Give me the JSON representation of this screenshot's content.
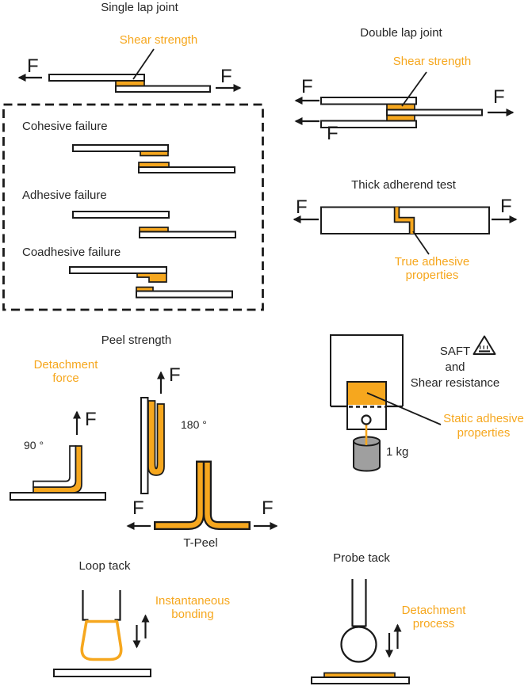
{
  "colors": {
    "orange": "#F6A71E",
    "line": "#1a1a1a",
    "gray": "#9f9f9f",
    "white": "#ffffff"
  },
  "labels": {
    "force": "F",
    "single_lap": {
      "title": "Single lap joint",
      "annotation": "Shear strength"
    },
    "double_lap": {
      "title": "Double lap joint",
      "annotation": "Shear strength"
    },
    "failures": {
      "cohesive": "Cohesive failure",
      "adhesive": "Adhesive failure",
      "coadhesive": "Coadhesive failure"
    },
    "thick_adherend": {
      "title": "Thick adherend test",
      "annotation_line1": "True adhesive",
      "annotation_line2": "properties"
    },
    "peel": {
      "title": "Peel strength",
      "annotation_line1": "Detachment",
      "annotation_line2": "force",
      "angle90": "90 °",
      "angle180": "180 °",
      "tpeel": "T-Peel"
    },
    "saft": {
      "line1": "SAFT",
      "line2": "and",
      "line3": "Shear resistance",
      "annotation_line1": "Static adhesive",
      "annotation_line2": "properties",
      "weight": "1 kg"
    },
    "loop_tack": {
      "title": "Loop tack",
      "annotation_line1": "Instantaneous",
      "annotation_line2": "bonding"
    },
    "probe_tack": {
      "title": "Probe tack",
      "annotation_line1": "Detachment",
      "annotation_line2": "process"
    }
  }
}
